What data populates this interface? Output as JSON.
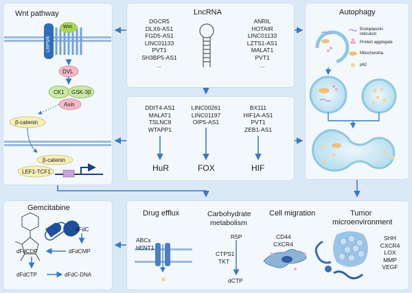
{
  "wnt": {
    "title": "Wnt pathway",
    "lrp": "LRP5/6",
    "wnt": "Wnt",
    "dvl": "DVL",
    "ck1": "CK1",
    "gsk": "GSK-3β",
    "axin": "Axin",
    "bcat1": "β-catenin",
    "bcat2": "β-catenin",
    "lef": "LEF1-TCF1"
  },
  "lnc": {
    "title": "LncRNA",
    "left": [
      "DGCR5",
      "DLX6-AS1",
      "FGD5-AS1",
      "LINC01133",
      "PVT1",
      "SH3BP5-AS1",
      "..."
    ],
    "right": [
      "ANRIL",
      "HOTAIR",
      "LINC01133",
      "LZTS1-AS1",
      "MALAT1",
      "PVT1",
      "..."
    ]
  },
  "mid": {
    "col1": [
      "DDIT4-AS1",
      "MALAT1",
      "TSLNC8",
      "WTAPP1"
    ],
    "col2": [
      "LINC00261",
      "LINC01197",
      "OIP5-AS1"
    ],
    "col3": [
      "BX111",
      "HIF1A-AS1",
      "PVT1",
      "ZEB1-AS1"
    ],
    "t1": "HuR",
    "t2": "FOX",
    "t3": "HIF"
  },
  "auto": {
    "title": "Autophagy",
    "legend": [
      "Endoplasmic reticulum",
      "Protein aggregate",
      "Mitochondria",
      "p62"
    ]
  },
  "gem": {
    "title": "Gemcitabine",
    "dfdc": "dFdC",
    "dfdcmp": "dFdCMP",
    "dfdcdp": "dFdCDP",
    "dfdctp": "dFdCTP",
    "dna": "dFdC-DNA"
  },
  "efflux": {
    "title": "Drug efflux",
    "items": [
      "ABCs",
      "hENT1"
    ]
  },
  "carb": {
    "title1": "Carbohydrate",
    "title2": "metabolism",
    "r5p": "R5P",
    "enz": [
      "CTPS1",
      "TKT"
    ],
    "dctp": "dCTP"
  },
  "cell": {
    "title": "Cell migration",
    "items": [
      "CD44",
      "CXCR4"
    ]
  },
  "tumor": {
    "title1": "Tumor",
    "title2": "microenvironment",
    "items": [
      "SHH",
      "CXCR4",
      "LOX",
      "MMP",
      "VEGF"
    ]
  },
  "colors": {
    "arrow": "#3b78c2",
    "panel": "#f3f8fd",
    "bg": "#dbe9f6"
  }
}
